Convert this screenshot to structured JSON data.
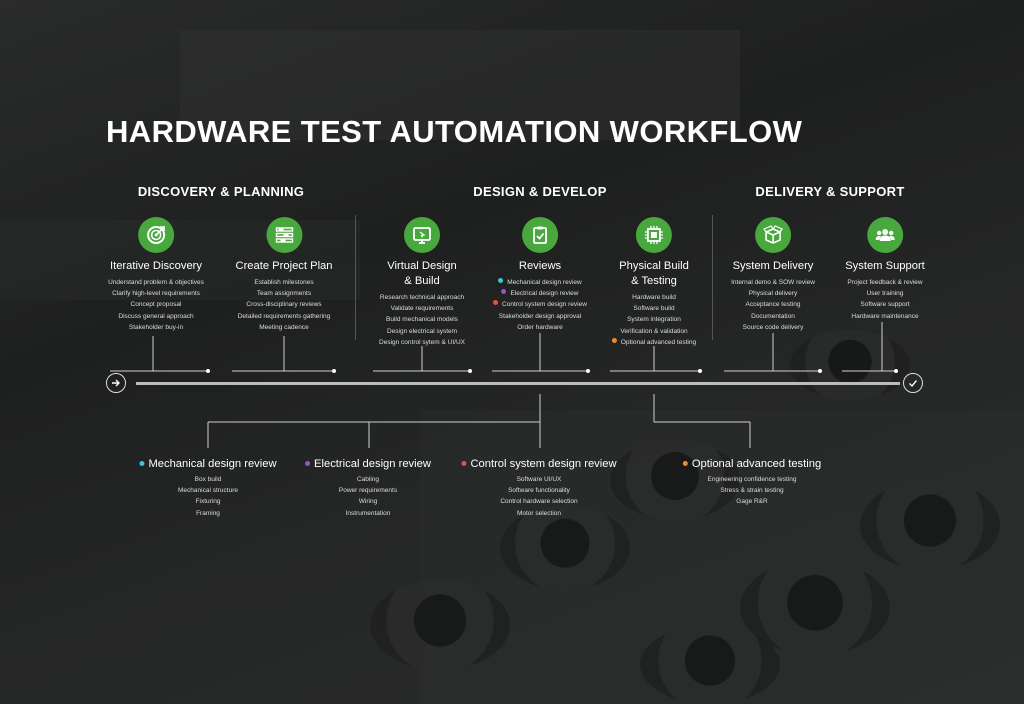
{
  "title": "HARDWARE TEST AUTOMATION WORKFLOW",
  "phases": [
    {
      "label": "DISCOVERY & PLANNING"
    },
    {
      "label": "DESIGN & DEVELOP"
    },
    {
      "label": "DELIVERY & SUPPORT"
    }
  ],
  "steps": [
    {
      "title": "Iterative Discovery",
      "icon": "target-icon",
      "items": [
        "Understand problem & objectives",
        "Clarify high-level requirements",
        "Concept proposal",
        "Discuss general approach",
        "Stakeholder buy-in"
      ]
    },
    {
      "title": "Create Project Plan",
      "icon": "plan-icon",
      "items": [
        "Establish milestones",
        "Team assignments",
        "Cross-disciplinary reviews",
        "Detailed requirements gathering",
        "Meeting cadence"
      ]
    },
    {
      "title": "Virtual Design",
      "title2": "& Build",
      "icon": "monitor-icon",
      "items": [
        "Research technical approach",
        "Validate requirements",
        "Build mechanical models",
        "Design electrical system",
        "Design control sytem & UI/UX"
      ]
    },
    {
      "title": "Reviews",
      "icon": "clipboard-icon",
      "items": [
        "Mechanical design review",
        "Electrical design review",
        "Control system design review",
        "Stakeholder design approval",
        "Order hardware"
      ]
    },
    {
      "title": "Physical Build",
      "title2": "& Testing",
      "icon": "chip-icon",
      "items": [
        "Hardware build",
        "Software build",
        "System integration",
        "Verification & validation",
        "Optional advanced testing"
      ]
    },
    {
      "title": "System Delivery",
      "icon": "box-icon",
      "items": [
        "Internal demo & SOW review",
        "Physical delivery",
        "Acceptance testing",
        "Documentation",
        "Source code delivery"
      ]
    },
    {
      "title": "System Support",
      "icon": "team-icon",
      "items": [
        "Project feedback & review",
        "User training",
        "Software support",
        "Hardware maintenance"
      ]
    }
  ],
  "subs": [
    {
      "title": "Mechanical design review",
      "items": [
        "Box build",
        "Mechanical structure",
        "Fixturing",
        "Framing"
      ]
    },
    {
      "title": "Electrical design review",
      "items": [
        "Cabling",
        "Power requirements",
        "Wiring",
        "Instrumentation"
      ]
    },
    {
      "title": "Control system design review",
      "items": [
        "Software UI/UX",
        "Software functionality",
        "Control hardware selection",
        "Motor selection"
      ]
    },
    {
      "title": "Optional advanced testing",
      "items": [
        "Engineering confidence testing",
        "Stress & strain testing",
        "Gage R&R"
      ]
    }
  ],
  "colors": {
    "accent_green": "#49a83d",
    "mechanical": "#3fc6d3",
    "electrical": "#9b4fd1",
    "control": "#e2533f",
    "optional": "#f08a2c"
  }
}
